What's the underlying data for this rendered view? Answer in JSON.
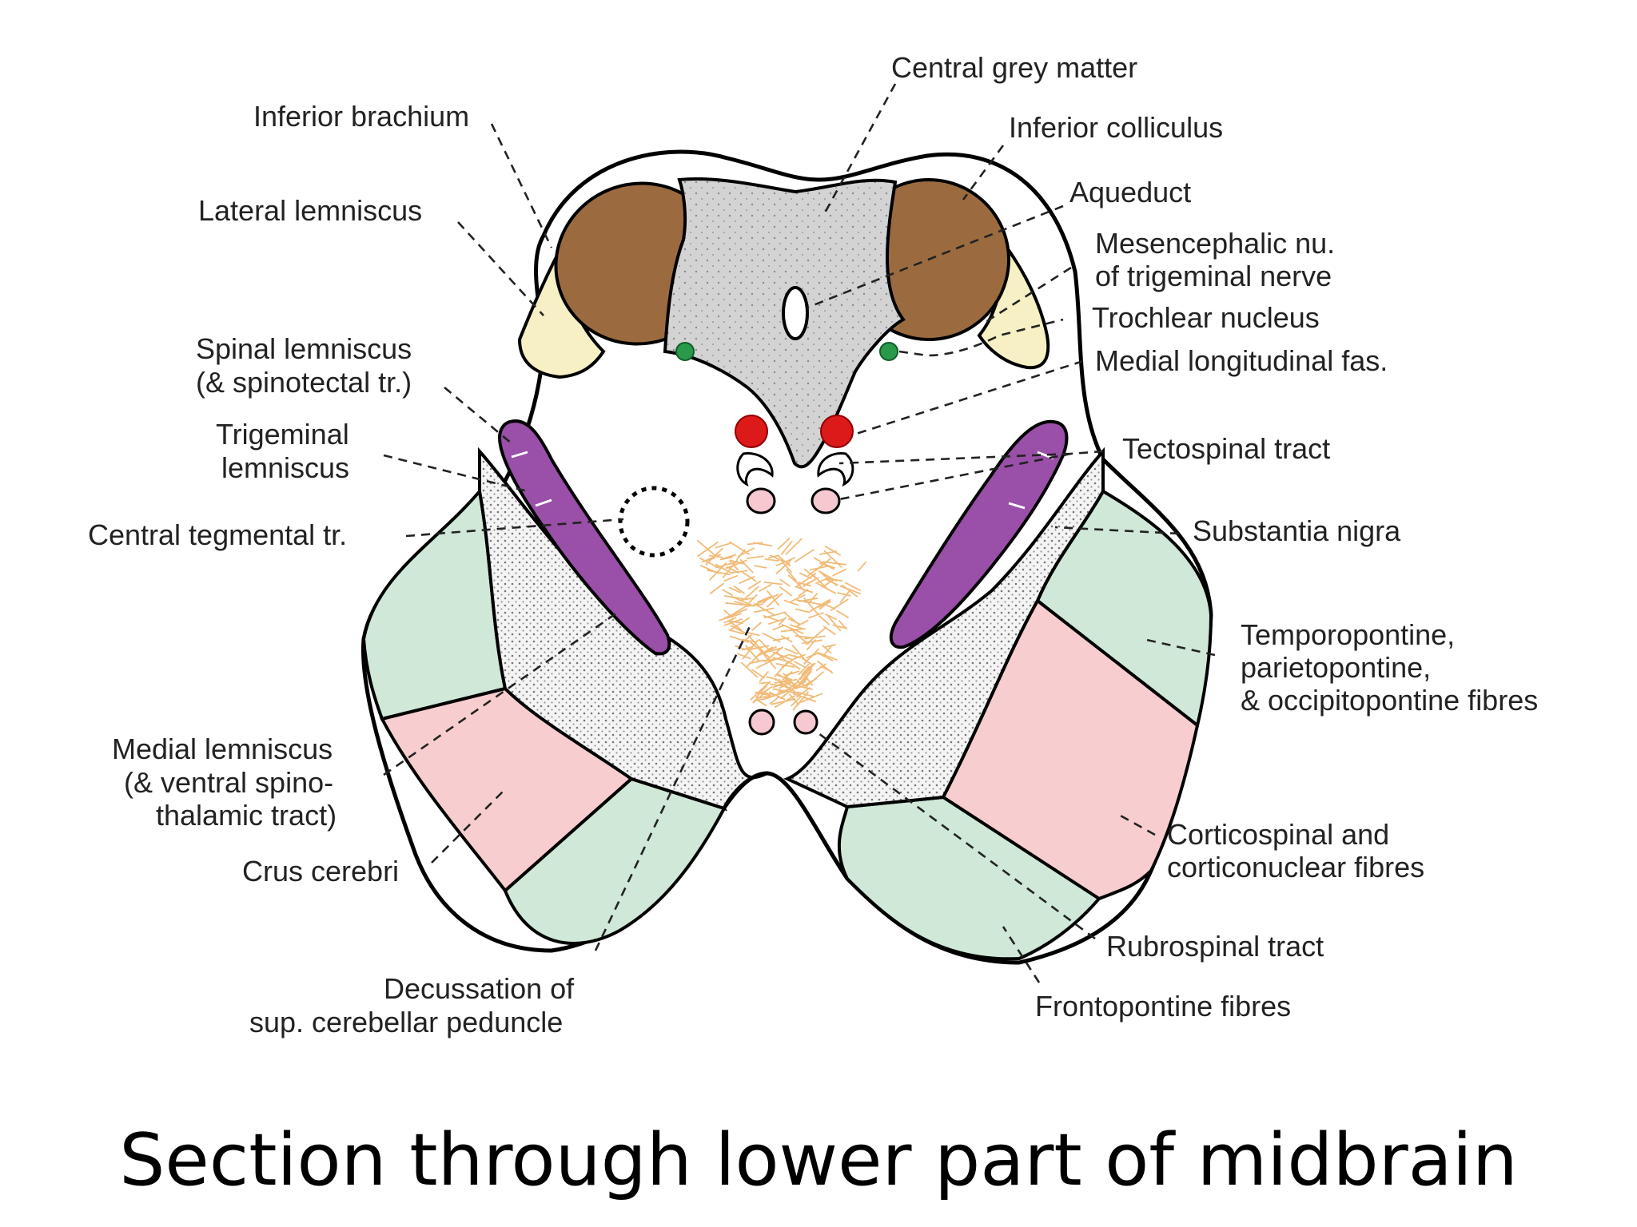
{
  "labels": {
    "central_grey_matter": "Central grey matter",
    "inferior_brachium": "Inferior brachium",
    "inferior_colliculus": "Inferior colliculus",
    "lateral_lemniscus": "Lateral lemniscus",
    "aqueduct": "Aqueduct",
    "mesencephalic_nu": [
      "Mesencephalic nu.",
      "of trigeminal nerve"
    ],
    "trochlear_nucleus": "Trochlear nucleus",
    "spinal_lemniscus": [
      "Spinal lemniscus",
      "(& spinotectal tr.)"
    ],
    "medial_longitudinal_fas": "Medial longitudinal fas.",
    "trigeminal_lemniscus": [
      "Trigeminal",
      "lemniscus"
    ],
    "tectospinal_tract": "Tectospinal tract",
    "central_tegmental_tr": "Central tegmental tr.",
    "substantia_nigra": "Substantia nigra",
    "temporopontine": [
      "Temporopontine,",
      "parietopontine,",
      "& occipitopontine fibres"
    ],
    "medial_lemniscus": [
      "Medial lemniscus",
      "(& ventral spino-",
      "thalamic tract)"
    ],
    "corticospinal": [
      "Corticospinal and",
      "corticonuclear fibres"
    ],
    "crus_cerebri": "Crus cerebri",
    "rubrospinal_tract": "Rubrospinal tract",
    "decussation": [
      "Decussation of",
      "sup. cerebellar peduncle"
    ],
    "frontopontine_fibres": "Frontopontine fibres"
  },
  "caption": "Section through lower part of midbrain",
  "colors": {
    "inferior_colliculus": "#9b6b3f",
    "inferior_brachium": "#f6f0c4",
    "central_grey": "#d3d3d3",
    "trochlear_nucleus": "#2a9a49",
    "medial_longitudinal_fas": "#dd1a1a",
    "tectospinal_tract": "#f6c8cf",
    "medial_lemniscus": "#9a4fa8",
    "decussation": "#f1bb78",
    "pontine_fibres": "#cfe8d7",
    "corticospinal_fibres": "#f8cdcf",
    "substantia_nigra_fill": "#f4f4f4"
  }
}
